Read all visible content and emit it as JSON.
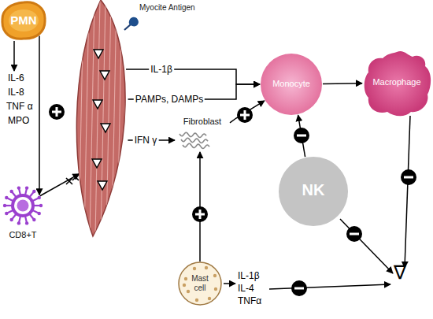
{
  "diagram": {
    "nodes": [
      {
        "text": [
          "PMN"
        ]
      },
      {
        "text": [
          "Myocite Antigen"
        ]
      },
      {
        "text": [
          "CD8+T"
        ]
      },
      {
        "text": [
          "Monocyte"
        ]
      },
      {
        "text": [
          "Macrophage"
        ]
      },
      {
        "text": [
          "Fibroblast"
        ]
      },
      {
        "text": [
          "NK"
        ]
      },
      {
        "text": [
          "Mast cell"
        ]
      }
    ],
    "edges": [
      {
        "from": 0,
        "to": 2,
        "arrow": "to"
      },
      {
        "from": 2,
        "to": 1,
        "arrow": "to"
      },
      {
        "from": 1,
        "to": 3,
        "label": "IL-1β",
        "arrow": "to"
      },
      {
        "from": 1,
        "to": 3,
        "label": "PAMPs, DAMPs",
        "arrow": "to"
      },
      {
        "from": 1,
        "to": 5,
        "label": "IFN γ",
        "arrow": "to"
      },
      {
        "from": 5,
        "to": 3,
        "arrow": "to"
      },
      {
        "from": 3,
        "to": 4,
        "arrow": "to"
      },
      {
        "from": 6,
        "to": 3,
        "arrow": "to"
      },
      {
        "from": 7,
        "to": 5,
        "arrow": "to"
      }
    ],
    "labels": [
      "IL-6",
      "IL-8",
      "TNF α",
      "MPO",
      "IL-1β",
      "IL-4",
      "TNFα",
      "∇"
    ]
  }
}
